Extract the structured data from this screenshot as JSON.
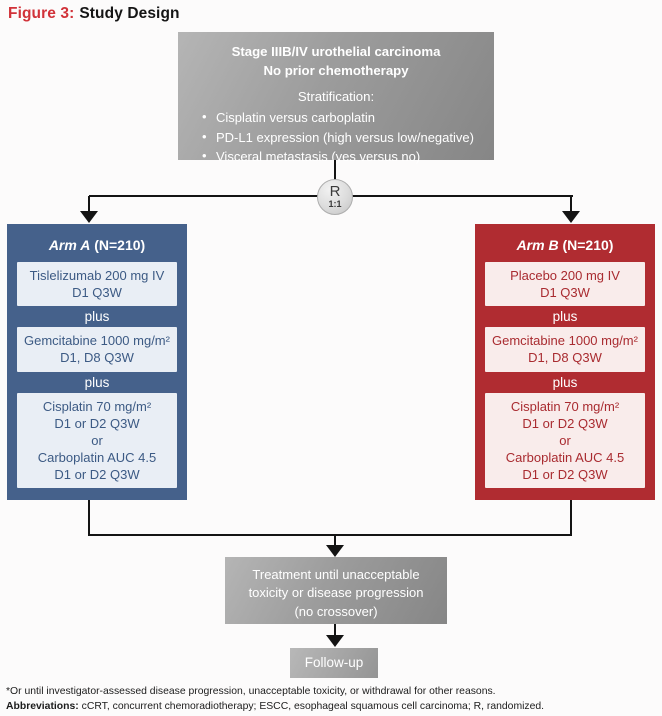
{
  "title": {
    "prefix": "Figure 3:",
    "text": "Study Design"
  },
  "eligibility": {
    "line1": "Stage IIIB/IV urothelial carcinoma",
    "line2": "No prior chemotherapy",
    "strat_label": "Stratification:",
    "bullets": [
      "Cisplatin versus carboplatin",
      "PD-L1 expression (high versus low/negative)",
      "Visceral metastasis (yes versus no)"
    ]
  },
  "randomization": {
    "symbol": "R",
    "ratio": "1:1"
  },
  "arms": [
    {
      "name": "Arm A",
      "n_label": "(N=210)",
      "plus_label": "plus",
      "accent_color": "#45618b",
      "tint_color": "#e9eef5",
      "boxes": [
        {
          "lines": [
            "Tislelizumab 200 mg IV",
            "D1 Q3W"
          ]
        },
        {
          "lines": [
            "Gemcitabine 1000 mg/m²",
            "D1, D8 Q3W"
          ]
        },
        {
          "lines": [
            "Cisplatin 70 mg/m²",
            "D1 or D2 Q3W",
            "or",
            "Carboplatin AUC 4.5",
            "D1 or D2 Q3W"
          ]
        }
      ]
    },
    {
      "name": "Arm B",
      "n_label": "(N=210)",
      "plus_label": "plus",
      "accent_color": "#b02c31",
      "tint_color": "#f9eceb",
      "boxes": [
        {
          "lines": [
            "Placebo 200 mg IV",
            "D1 Q3W"
          ]
        },
        {
          "lines": [
            "Gemcitabine 1000 mg/m²",
            "D1, D8 Q3W"
          ]
        },
        {
          "lines": [
            "Cisplatin 70 mg/m²",
            "D1 or D2 Q3W",
            "or",
            "Carboplatin AUC 4.5",
            "D1 or D2 Q3W"
          ]
        }
      ]
    }
  ],
  "treatment": {
    "line1": "Treatment until unacceptable",
    "line2": "toxicity or disease progression",
    "line3": "(no crossover)"
  },
  "followup": {
    "label": "Follow-up"
  },
  "footnotes": {
    "asterisk_note": "*Or until investigator-assessed disease progression, unacceptable toxicity, or withdrawal for other reasons.",
    "abbreviations_label": "Abbreviations:",
    "abbreviations_text": "cCRT, concurrent chemoradiotherapy; ESCC, esophageal squamous cell carcinoma; R, randomized."
  },
  "colors": {
    "title_accent": "#d13239",
    "arm_a_accent": "#45618b",
    "arm_b_accent": "#b02c31",
    "neutral_box": "#9a9a9a",
    "line": "#141414"
  }
}
